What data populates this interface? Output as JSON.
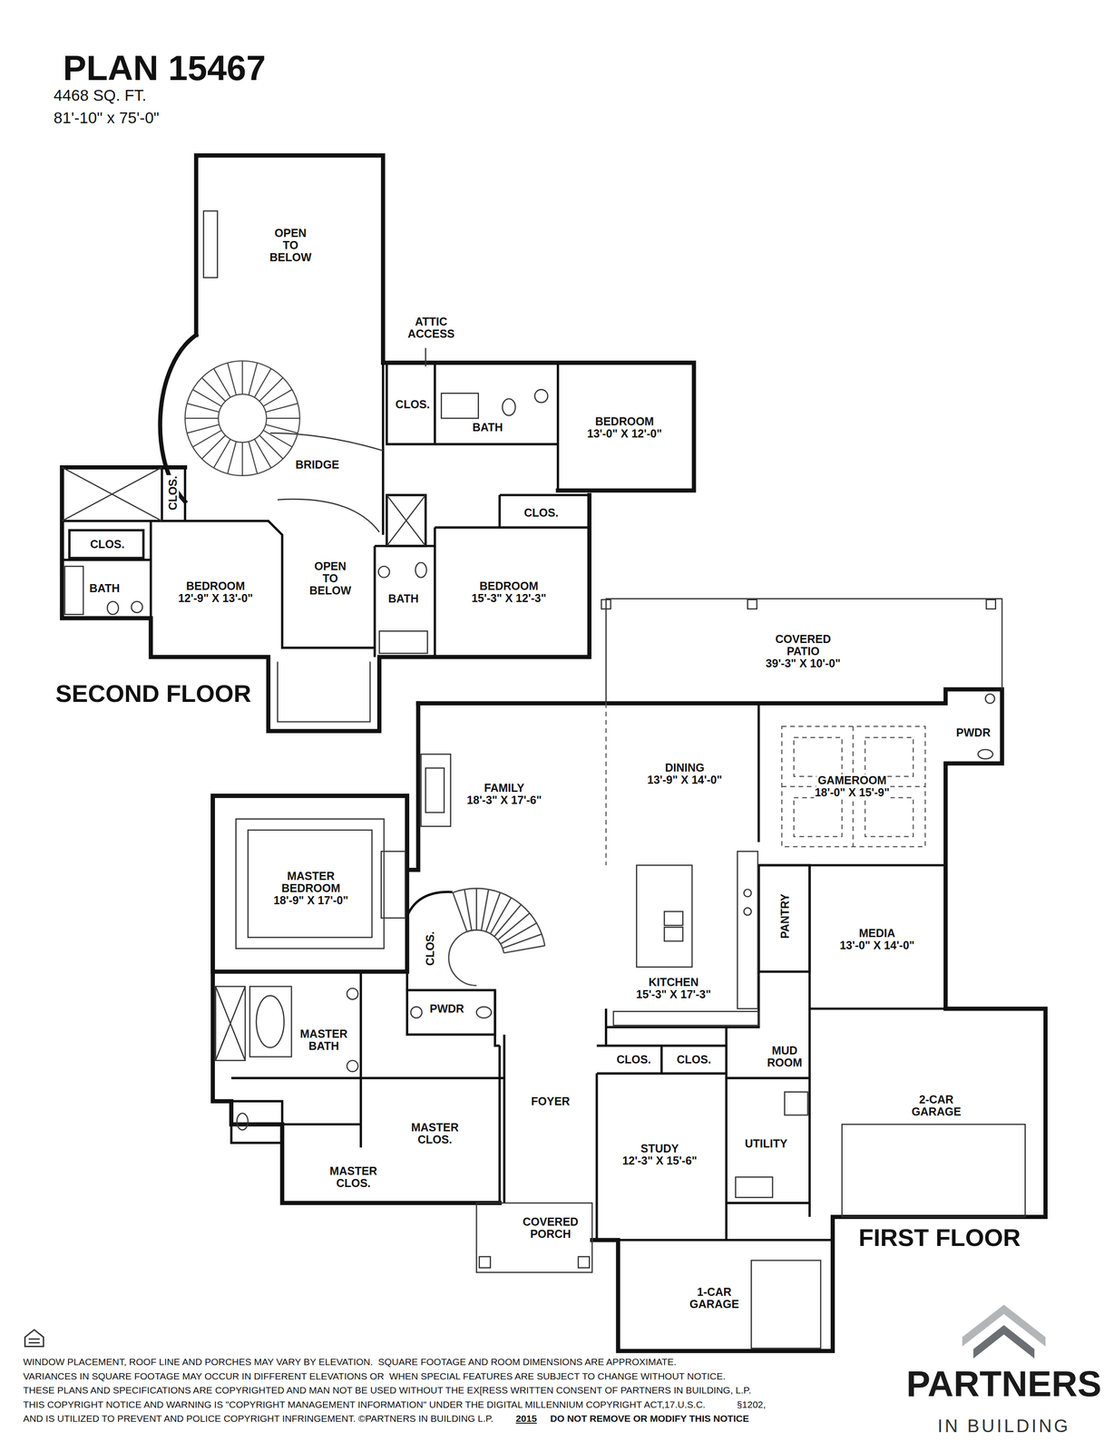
{
  "diagram": {
    "title": "PLAN 15467",
    "nodes": [
      {
        "text": [
          "OPEN TO BELOW"
        ]
      },
      {
        "text": [
          "CLOS."
        ]
      },
      {
        "text": [
          "BATH"
        ]
      },
      {
        "text": [
          "BEDROOM",
          "13'-0\" X 12'-0\""
        ]
      },
      {
        "text": [
          "BRIDGE"
        ]
      },
      {
        "text": [
          "CLOS."
        ]
      },
      {
        "text": [
          "CLOS."
        ]
      },
      {
        "text": [
          "BATH"
        ]
      },
      {
        "text": [
          "BEDROOM",
          "12'-9\" X 13'-0\""
        ]
      },
      {
        "text": [
          "OPEN TO BELOW"
        ]
      },
      {
        "text": [
          "CLOS."
        ]
      },
      {
        "text": [
          "BATH"
        ]
      },
      {
        "text": [
          "BEDROOM",
          "15'-3\" X 12'-3\""
        ]
      },
      {
        "text": [
          "COVERED PATIO",
          "39'-3\" X 10'-0\""
        ]
      },
      {
        "text": [
          "FAMILY",
          "18'-3\" X 17'-6\""
        ]
      },
      {
        "text": [
          "DINING",
          "13'-9\" X 14'-0\""
        ]
      },
      {
        "text": [
          "GAMEROOM",
          "18'-0\" X 15'-9\""
        ]
      },
      {
        "text": [
          "PWDR"
        ]
      },
      {
        "text": [
          "MASTER BEDROOM",
          "18'-9\" X 17'-0\""
        ]
      },
      {
        "text": [
          "CLOS."
        ]
      },
      {
        "text": [
          "PANTRY"
        ]
      },
      {
        "text": [
          "MEDIA",
          "13'-0\" X 14'-0\""
        ]
      },
      {
        "text": [
          "MASTER BATH"
        ]
      },
      {
        "text": [
          "PWDR"
        ]
      },
      {
        "text": [
          "KITCHEN",
          "15'-3\" X 17'-3\""
        ]
      },
      {
        "text": [
          "CLOS."
        ]
      },
      {
        "text": [
          "CLOS."
        ]
      },
      {
        "text": [
          "MUD ROOM"
        ]
      },
      {
        "text": [
          "2-CAR GARAGE"
        ]
      },
      {
        "text": [
          "FOYER"
        ]
      },
      {
        "text": [
          "MASTER CLOS."
        ]
      },
      {
        "text": [
          "STUDY",
          "12'-3\" X 15'-6\""
        ]
      },
      {
        "text": [
          "UTILITY"
        ]
      },
      {
        "text": [
          "MASTER CLOS."
        ]
      },
      {
        "text": [
          "COVERED PORCH"
        ]
      },
      {
        "text": [
          "1-CAR GARAGE"
        ]
      }
    ],
    "labels": [
      "4468 SQ. FT.",
      "81'-10\" x 75'-0\"",
      "ATTIC ACCESS",
      "SECOND FLOOR",
      "FIRST FLOOR",
      "WINDOW PLACEMENT, ROOF LINE AND PORCHES MAY VARY BY ELEVATION.  SQUARE FOOTAGE AND ROOM DIMENSIONS ARE APPROXIMATE.",
      "VARIANCES IN SQUARE FOOTAGE MAY OCCUR IN DIFFERENT ELEVATIONS OR  WHEN SPECIAL FEATURES ARE SUBJECT TO CHANGE WITHOUT NOTICE.",
      "THESE PLANS AND SPECIFICATIONS ARE COPYRIGHTED AND MAN NOT BE USED WITHOUT THE EX[RESS WRITTEN CONSENT OF PARTNERS IN BUILDING, L.P.",
      "THIS COPYRIGHT NOTICE AND WARNING IS \"COPYRIGHT MANAGEMENT INFORMATION\" UNDER THE DIGITAL MILLENNIUM COPYRIGHT ACT,17.U.S.C.",
      "§1202,",
      "AND IS UTILIZED TO PREVENT AND POLICE COPYRIGHT INFRINGEMENT. ©PARTNERS IN BUILDING L.P.",
      "2015",
      "DO NOT REMOVE OR MODIFY THIS NOTICE",
      "PARTNERS",
      "IN BUILDING"
    ]
  }
}
